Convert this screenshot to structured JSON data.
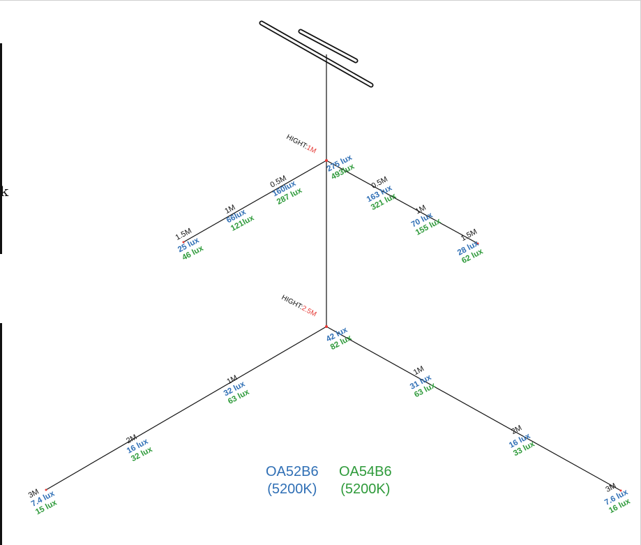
{
  "side_text": "k",
  "diagram": {
    "upper": {
      "hight_label": "HIGHT:",
      "hight_value": "1M",
      "center": {
        "blue": "275 lux",
        "green": "493lux"
      },
      "left": [
        {
          "dist": "0.5M",
          "blue": "160lux",
          "green": "287 lux"
        },
        {
          "dist": "1M",
          "blue": "66lux",
          "green": "121lux"
        },
        {
          "dist": "1.5M",
          "blue": "25 lux",
          "green": "46 lux"
        }
      ],
      "right": [
        {
          "dist": "0.5M",
          "blue": "163 lux",
          "green": "321 lux"
        },
        {
          "dist": "1M",
          "blue": "70 lux",
          "green": "155 lux"
        },
        {
          "dist": "1.5M",
          "blue": "28 lux",
          "green": "62 lux"
        }
      ]
    },
    "lower": {
      "hight_label": "HIGHT:",
      "hight_value": "2.5M",
      "center": {
        "blue": "42 lux",
        "green": "82 lux"
      },
      "left": [
        {
          "dist": "1M",
          "blue": "32 lux",
          "green": "63 lux"
        },
        {
          "dist": "2M",
          "blue": "16 lux",
          "green": "32 lux"
        },
        {
          "dist": "3M",
          "blue": "7.4 lux",
          "green": "15 lux"
        }
      ],
      "right": [
        {
          "dist": "1M",
          "blue": "31 lux",
          "green": "63 lux"
        },
        {
          "dist": "2M",
          "blue": "16 lux",
          "green": "33 lux"
        },
        {
          "dist": "3M",
          "blue": "7.6 lux",
          "green": "16 lux"
        }
      ]
    }
  },
  "legend": {
    "blue": {
      "model": "OA52B6",
      "temp": "(5200K)"
    },
    "green": {
      "model": "OA54B6",
      "temp": "(5200K)"
    }
  },
  "colors": {
    "blue": "#2f6fb5",
    "green": "#2e9a3a",
    "hight_value": "#e53935",
    "line": "#111111"
  }
}
